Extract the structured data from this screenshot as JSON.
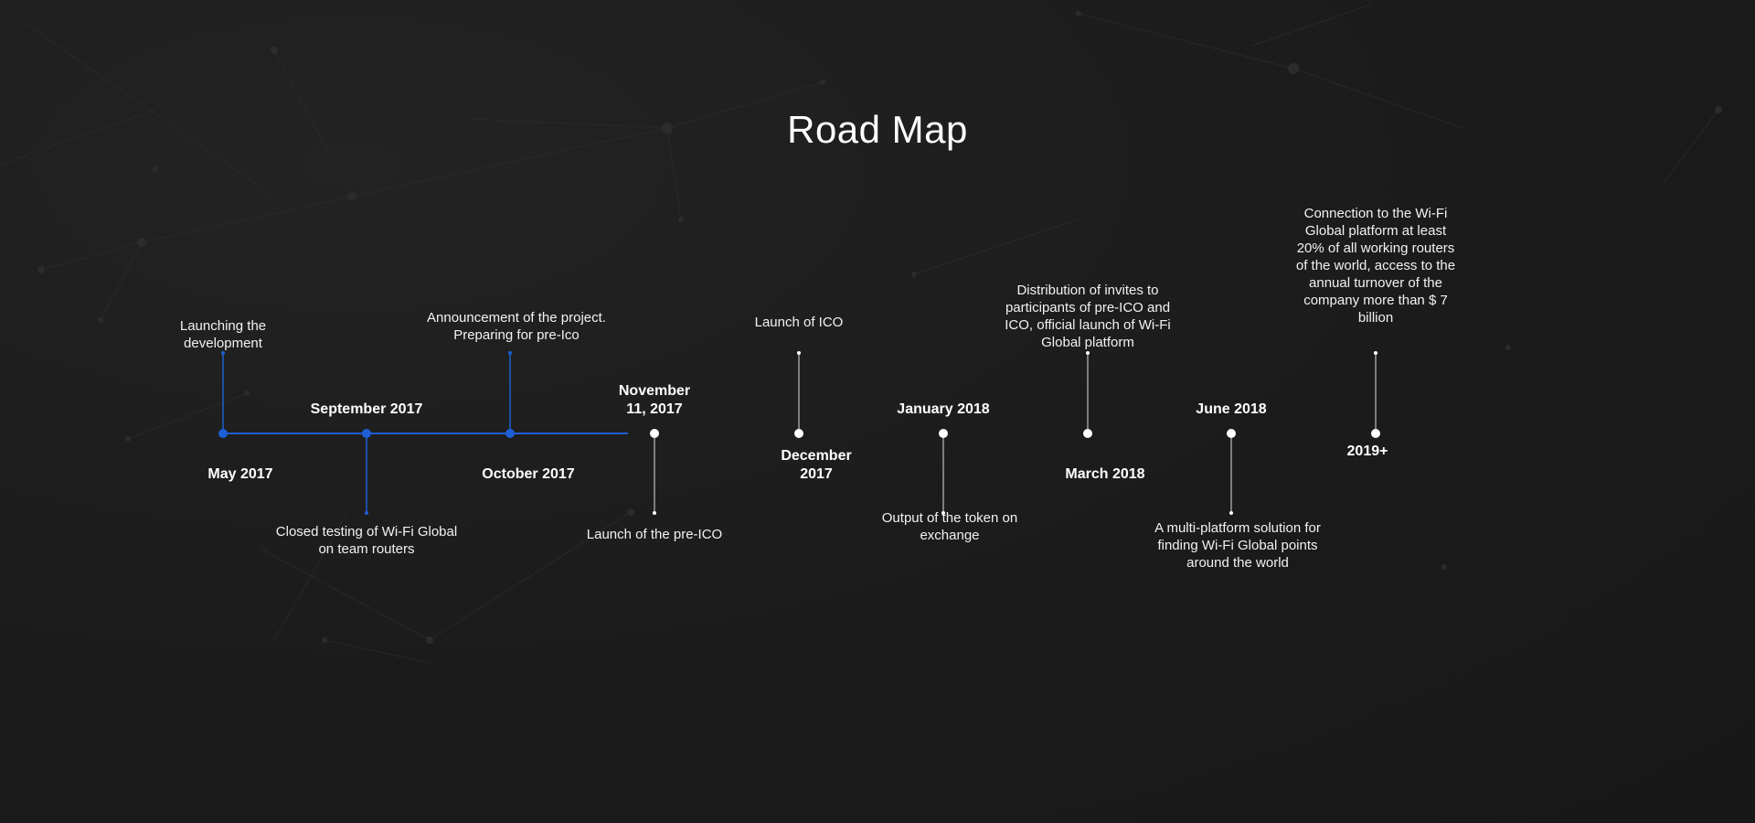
{
  "page": {
    "title": "Road Map"
  },
  "colors": {
    "background": "#1b1b1b",
    "completed_accent": "#1e5fd6",
    "upcoming_line": "#ffffff",
    "text": "#ffffff"
  },
  "roadmap": {
    "milestones": [
      {
        "date": "May 2017",
        "description": "Launching the development",
        "status": "completed"
      },
      {
        "date": "September 2017",
        "description": "Closed testing of Wi-Fi Global on team routers",
        "status": "completed"
      },
      {
        "date": "October 2017",
        "description": "Announcement of the project. Preparing for pre-Ico",
        "status": "completed"
      },
      {
        "date": "November 11, 2017",
        "description": "Launch of the pre-ICO",
        "status": "upcoming"
      },
      {
        "date": "December 2017",
        "description": "Launch of ICO",
        "status": "upcoming"
      },
      {
        "date": "January 2018",
        "description": "Output of the token on exchange",
        "status": "upcoming"
      },
      {
        "date": "March 2018",
        "description": "Distribution of invites to participants of pre-ICO and ICO, official launch of Wi-Fi Global platform",
        "status": "upcoming"
      },
      {
        "date": "June 2018",
        "description": "A multi-platform solution for finding Wi-Fi Global points around the world",
        "status": "upcoming"
      },
      {
        "date": "2019+",
        "description": "Connection to the Wi-Fi Global platform at least 20% of all working routers of the world, access to the annual turnover of the company more than $ 7 billion",
        "status": "upcoming"
      }
    ]
  }
}
